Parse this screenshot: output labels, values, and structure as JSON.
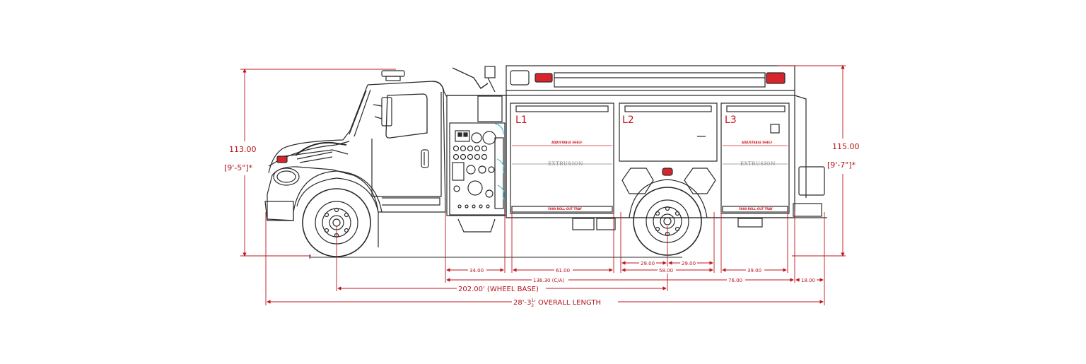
{
  "colors": {
    "line": "#2a2a2a",
    "dimension": "#c0171f",
    "background": "#ffffff",
    "accent_cyan": "#3fc3d3"
  },
  "compartments": [
    {
      "id": "L1",
      "label": "L1",
      "shelf": "ADJUSTABLE SHELF",
      "extrusion": "EXTRUSION",
      "tray": "5000 ROLL-OUT TRAY"
    },
    {
      "id": "L2",
      "label": "L2"
    },
    {
      "id": "L3",
      "label": "L3",
      "shelf": "ADJUSTABLE SHELF",
      "extrusion": "EXTRUSION",
      "tray": "5000 ROLL-OUT TRAY"
    }
  ],
  "dimensions": {
    "height_front": "113.00",
    "height_front_ft": "[9'-5\"]*",
    "height_rear": "115.00",
    "height_rear_ft": "[9'-7\"]*",
    "seg_pump": "34.00",
    "seg_l1": "61.00",
    "seg_mid_a": "29.00",
    "seg_mid_b": "29.00",
    "seg_mid_total": "58.00",
    "seg_l3": "39.00",
    "ca": "136.30 (C/A)",
    "body": "76.00",
    "rear": "18.00",
    "wheel_base": "202.00' (WHEEL BASE)",
    "overall_prefix": "28'-3",
    "overall_frac_num": "1",
    "overall_frac_den": "2",
    "overall_suffix": "' OVERALL LENGTH"
  }
}
